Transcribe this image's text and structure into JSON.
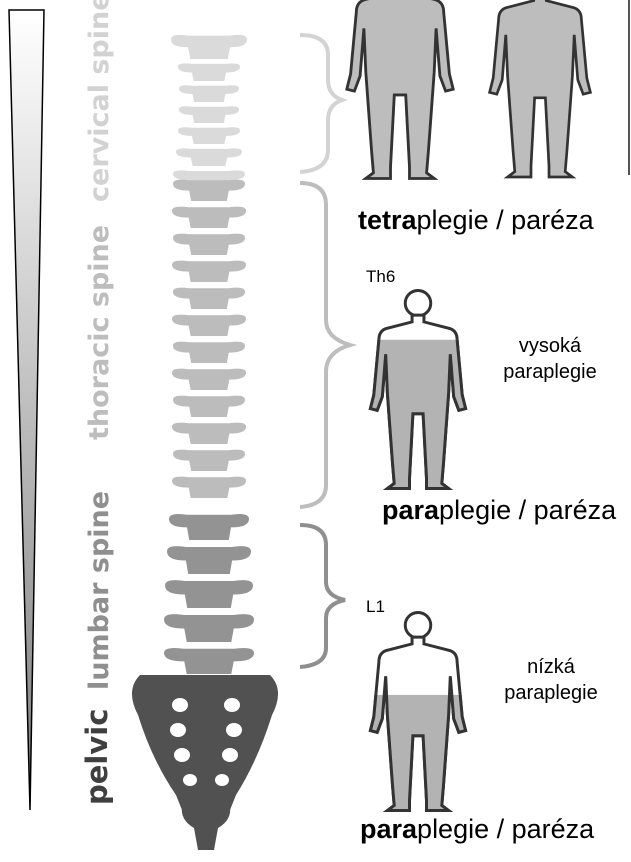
{
  "spine_labels": {
    "cervical": "cervical spine",
    "thoracic": "thoracic spine",
    "lumbar": "lumbar spine",
    "pelvic": "pelvic"
  },
  "groups": {
    "tetra": {
      "bold": "tetra",
      "rest": "plegie / paréza"
    },
    "high": {
      "level": "Th6",
      "desc_line1": "vysoká",
      "desc_line2": "paraplegie",
      "bold": "para",
      "rest": "plegie / paréza"
    },
    "low": {
      "level": "L1",
      "desc_line1": "nízká",
      "desc_line2": "paraplegie",
      "bold": "para",
      "rest": "plegie / paréza"
    }
  },
  "colors": {
    "cervical": "#dadada",
    "thoracic": "#bcbcbc",
    "lumbar": "#939393",
    "pelvic": "#515151",
    "body_fill": "#b3b3b3",
    "outline": "#333333"
  }
}
